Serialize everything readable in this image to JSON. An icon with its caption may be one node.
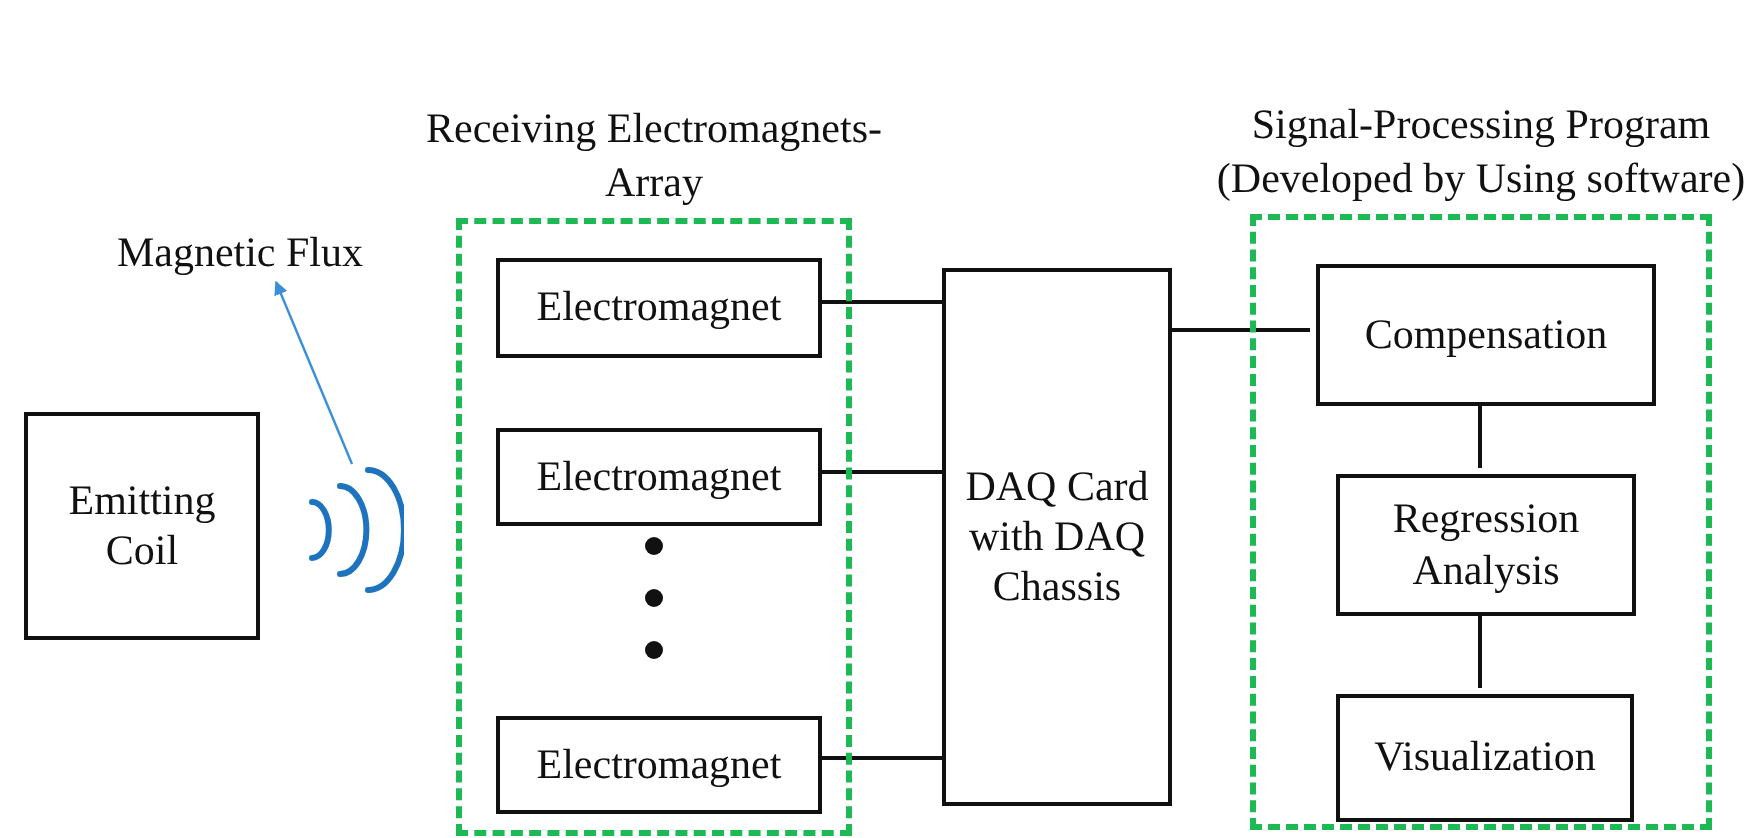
{
  "diagram": {
    "nodes": [
      {
        "text": [
          "Receiving Electromagnets-Array"
        ]
      },
      {
        "text": [
          "Electromagnet"
        ],
        "in": 0
      },
      {
        "text": [
          "Electromagnet"
        ],
        "in": 0
      },
      {
        "text": [
          "Electromagnet"
        ],
        "in": 0
      },
      {
        "text": [
          "Emitting Coil"
        ]
      },
      {
        "text": [],
        "shape": "picture"
      },
      {
        "text": [
          "Magnetic Flux"
        ]
      },
      {
        "text": [
          "DAQ Card with DAQ Chassis"
        ]
      },
      {
        "text": [
          "Signal-Processing Program",
          "(Developed by Using software)"
        ]
      },
      {
        "text": [
          "Compensation"
        ],
        "in": 8
      },
      {
        "text": [
          "Regression Analysis"
        ],
        "in": 8
      },
      {
        "text": [
          "Visualization"
        ],
        "in": 8
      }
    ],
    "edges": [
      {
        "from": 1,
        "to": 7,
        "arrow": "none"
      },
      {
        "from": 2,
        "to": 7,
        "arrow": "none"
      },
      {
        "from": 3,
        "to": 7,
        "arrow": "none"
      },
      {
        "from": 7,
        "to": 9,
        "arrow": "none"
      },
      {
        "from": 9,
        "to": 10,
        "arrow": "none"
      },
      {
        "from": 10,
        "to": 11,
        "arrow": "none"
      },
      {
        "from": 5,
        "to": 6,
        "arrow": "to",
        "color": "#3a8fd8"
      }
    ]
  }
}
